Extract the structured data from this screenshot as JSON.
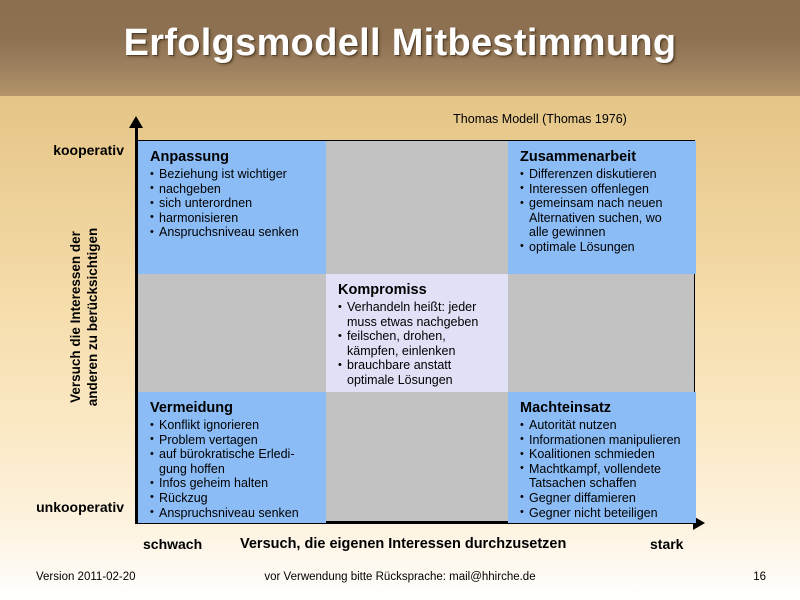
{
  "header": {
    "title": "Erfolgsmodell Mitbestimmung"
  },
  "source_note": "Thomas Modell (Thomas 1976)",
  "axes": {
    "y_label_line1": "Versuch die Interessen der",
    "y_label_line2": "anderen zu berücksichtigen",
    "y_top_tick": "kooperativ",
    "y_bottom_tick": "unkooperativ",
    "x_label": "Versuch, die eigenen Interessen durchzusetzen",
    "x_left_tick": "schwach",
    "x_right_tick": "stark"
  },
  "matrix": {
    "cells": [
      {
        "key": "anpassung",
        "style": "blue",
        "row": 1,
        "col": 1,
        "title": "Anpassung",
        "items": [
          "Beziehung ist wichtiger",
          "nachgeben",
          "sich unterordnen",
          "harmonisieren",
          "Anspruchsniveau  senken"
        ]
      },
      {
        "key": "zusammenarbeit",
        "style": "blue",
        "row": 1,
        "col": 3,
        "title": "Zusammenarbeit",
        "items": [
          "Differenzen diskutieren",
          "Interessen offenlegen",
          "gemeinsam nach neuen\nAlternativen suchen, wo\nalle gewinnen",
          "optimale Lösungen"
        ]
      },
      {
        "key": "kompromiss",
        "style": "center",
        "row": 2,
        "col": 2,
        "title": "Kompromiss",
        "items": [
          "Verhandeln heißt: jeder\nmuss etwas nachgeben",
          "feilschen, drohen,\nkämpfen, einlenken",
          "brauchbare anstatt\noptimale Lösungen"
        ]
      },
      {
        "key": "vermeidung",
        "style": "blue",
        "row": 3,
        "col": 1,
        "title": "Vermeidung",
        "items": [
          "Konflikt ignorieren",
          "Problem vertagen",
          "auf bürokratische Erledi-\ngung hoffen",
          "Infos geheim halten",
          "Rückzug",
          "Anspruchsniveau  senken"
        ]
      },
      {
        "key": "machteinsatz",
        "style": "blue",
        "row": 3,
        "col": 3,
        "title": "Machteinsatz",
        "items": [
          "Autorität nutzen",
          "Informationen manipulieren",
          "Koalitionen schmieden",
          "Machtkampf, vollendete\nTatsachen schaffen",
          "Gegner diffamieren",
          "Gegner nicht beteiligen"
        ]
      }
    ]
  },
  "footer": {
    "version": "Version 2011-02-20",
    "note": "vor Verwendung bitte Rücksprache: mail@hhirche.de",
    "page": "16"
  },
  "colors": {
    "header_brown": "#8a6e4d",
    "body_gold": "#dcb976",
    "cell_blue": "#8cbcf5",
    "cell_center": "#e0e0f7",
    "grid_gray": "#c2c2c2",
    "title_white": "#ffffff"
  }
}
